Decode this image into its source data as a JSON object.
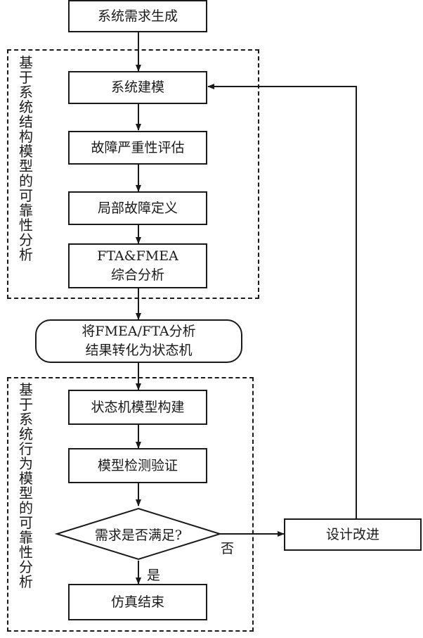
{
  "nodes": {
    "requirements": "系统需求生成",
    "modeling": "系统建模",
    "severity": "故障严重性评估",
    "local_fault": "局部故障定义",
    "fta_fmea_line1": "FTA&FMEA",
    "fta_fmea_line2": "综合分析",
    "convert_line1": "将FMEA/FTA分析",
    "convert_line2": "结果转化为状态机",
    "state_machine": "状态机模型构建",
    "model_check": "模型检测验证",
    "decision": "需求是否满足?",
    "end": "仿真结束",
    "improve": "设计改进"
  },
  "edges": {
    "no_label": "否",
    "yes_label": "是"
  },
  "groups": {
    "structure_label": [
      "基",
      "于",
      "系",
      "统",
      "结",
      "构",
      "模",
      "型",
      "的",
      "可",
      "靠",
      "性",
      "分",
      "析"
    ],
    "behavior_label": [
      "基",
      "于",
      "系",
      "统",
      "行",
      "为",
      "模",
      "型",
      "的",
      "可",
      "靠",
      "性",
      "分",
      "析"
    ]
  }
}
